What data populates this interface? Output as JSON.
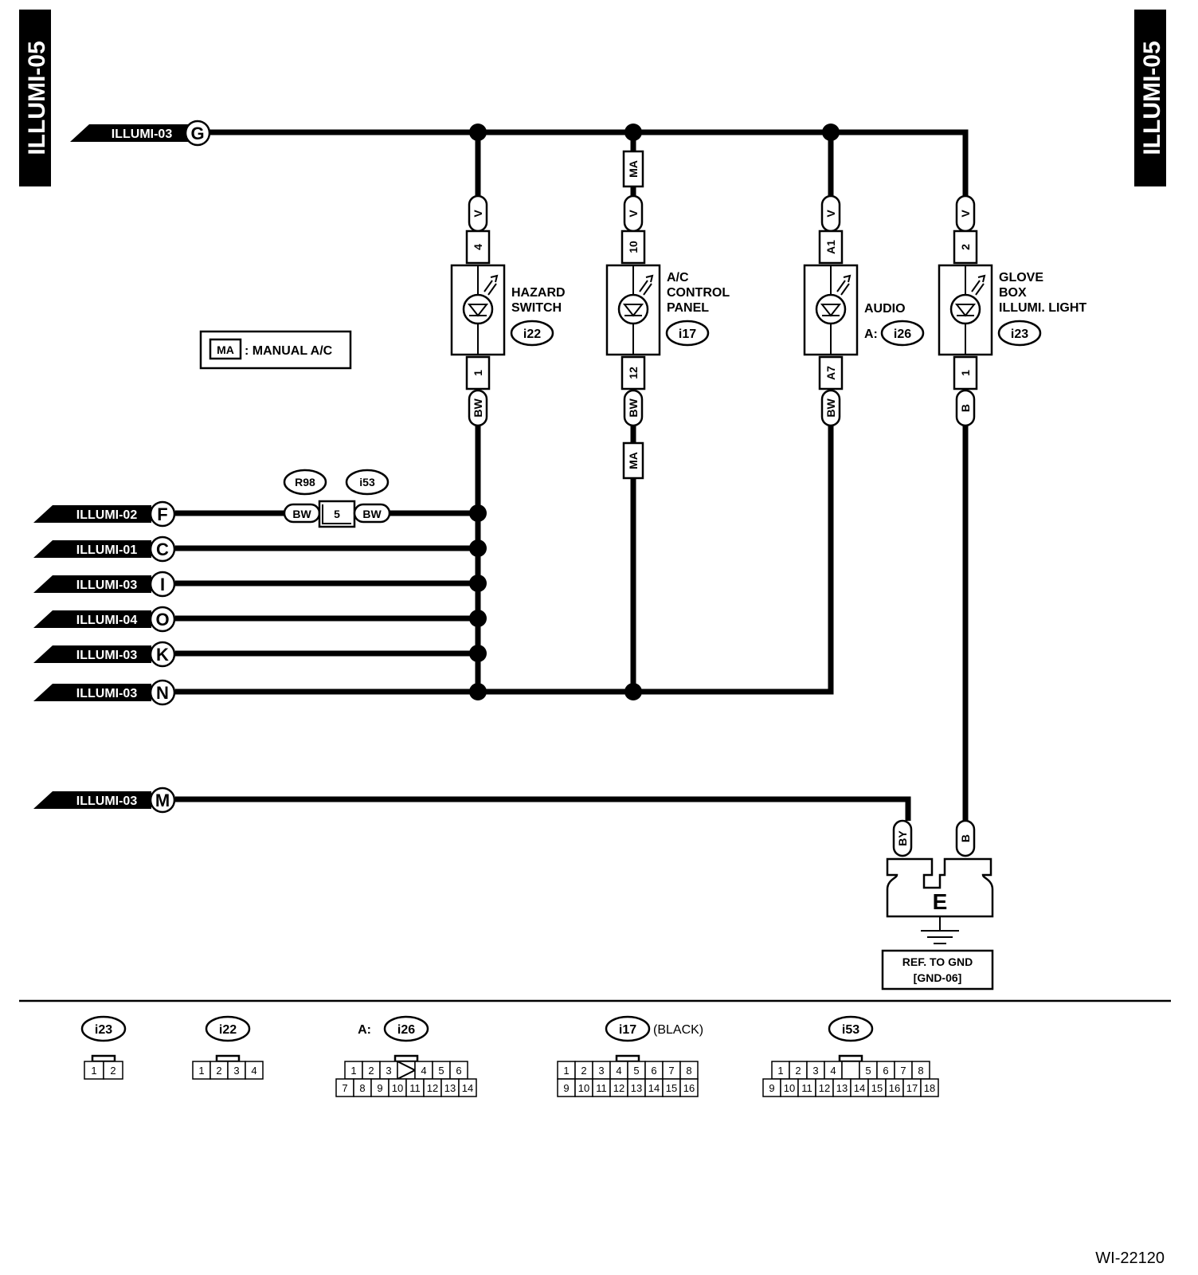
{
  "page_tags": [
    "ILLUMI-05",
    "ILLUMI-05"
  ],
  "legend": {
    "code": "MA",
    "text": ": MANUAL A/C"
  },
  "top_bus": {
    "source": "ILLUMI-03",
    "letter": "G"
  },
  "components": [
    {
      "name_lines": [
        "HAZARD",
        "SWITCH"
      ],
      "id": "i22",
      "prefix": "",
      "top_wire": "V",
      "top_pin": "4",
      "bot_pin": "1",
      "bot_wire": "BW",
      "extra_top": "",
      "extra_bot": ""
    },
    {
      "name_lines": [
        "A/C",
        "CONTROL",
        "PANEL"
      ],
      "id": "i17",
      "prefix": "",
      "top_wire": "V",
      "top_pin": "10",
      "bot_pin": "12",
      "bot_wire": "BW",
      "extra_top": "MA",
      "extra_bot": "MA"
    },
    {
      "name_lines": [
        "AUDIO"
      ],
      "id": "i26",
      "prefix": "A:",
      "top_wire": "V",
      "top_pin": "A1",
      "bot_pin": "A7",
      "bot_wire": "BW",
      "extra_top": "",
      "extra_bot": ""
    },
    {
      "name_lines": [
        "GLOVE",
        "BOX",
        "ILLUMI. LIGHT"
      ],
      "id": "i23",
      "prefix": "",
      "top_wire": "V",
      "top_pin": "2",
      "bot_pin": "1",
      "bot_wire": "B",
      "extra_top": "",
      "extra_bot": ""
    }
  ],
  "inline_connector": {
    "left_id": "R98",
    "right_id": "i53",
    "left_wire": "BW",
    "pin": "5",
    "right_wire": "BW"
  },
  "left_inputs": [
    {
      "source": "ILLUMI-02",
      "letter": "F"
    },
    {
      "source": "ILLUMI-01",
      "letter": "C"
    },
    {
      "source": "ILLUMI-03",
      "letter": "I"
    },
    {
      "source": "ILLUMI-04",
      "letter": "O"
    },
    {
      "source": "ILLUMI-03",
      "letter": "K"
    },
    {
      "source": "ILLUMI-03",
      "letter": "N"
    },
    {
      "source": "ILLUMI-03",
      "letter": "M"
    }
  ],
  "ground": {
    "letter": "E",
    "left_wire": "BY",
    "right_wire": "B",
    "ref_lines": [
      "REF. TO GND",
      "[GND-06]"
    ]
  },
  "connector_views": [
    {
      "id": "i23",
      "prefix": "",
      "suffix": "",
      "rows": [
        [
          "1",
          "2"
        ]
      ]
    },
    {
      "id": "i22",
      "prefix": "",
      "suffix": "",
      "rows": [
        [
          "1",
          "2",
          "3",
          "4"
        ]
      ]
    },
    {
      "id": "i26",
      "prefix": "A:",
      "suffix": "",
      "rows": [
        [
          "1",
          "2",
          "3",
          "",
          "4",
          "5",
          "6"
        ],
        [
          "7",
          "8",
          "9",
          "10",
          "11",
          "12",
          "13",
          "14"
        ]
      ]
    },
    {
      "id": "i17",
      "prefix": "",
      "suffix": "(BLACK)",
      "rows": [
        [
          "1",
          "2",
          "3",
          "4",
          "5",
          "6",
          "7",
          "8"
        ],
        [
          "9",
          "10",
          "11",
          "12",
          "13",
          "14",
          "15",
          "16"
        ]
      ]
    },
    {
      "id": "i53",
      "prefix": "",
      "suffix": "",
      "rows": [
        [
          "1",
          "2",
          "3",
          "4",
          "",
          "5",
          "6",
          "7",
          "8"
        ],
        [
          "9",
          "10",
          "11",
          "12",
          "13",
          "14",
          "15",
          "16",
          "17",
          "18"
        ]
      ]
    }
  ],
  "figure_code": "WI-22120"
}
